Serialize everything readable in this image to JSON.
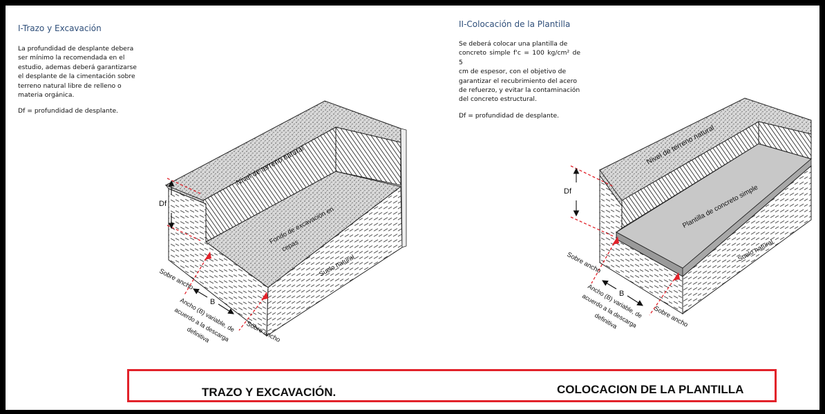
{
  "left_panel": {
    "title": "I-Trazo y Excavación",
    "lines": [
      "La profundidad de desplante debera",
      "ser mínimo la recomendada en el",
      "estudio, ademas deberá garantizarse",
      "el desplante de la cimentación sobre",
      "terreno natural libre de relleno o",
      "materia orgánica."
    ],
    "df_def": "Df = profundidad de desplante.",
    "labels": {
      "nivel": "Nivel de terreno natural",
      "fondo": "Fondo de excavación en",
      "fondo2": "cepas",
      "suelo": "Suelo natural",
      "df": "Df",
      "b": "B",
      "sobreancho_left": "Sobre ancho",
      "sobreancho_right": "Sobre ancho",
      "ancho": [
        "Ancho (B) variable, de",
        "acuerdo a la descarga",
        "definitiva"
      ]
    }
  },
  "right_panel": {
    "title": "II-Colocación de la Plantilla",
    "lines": [
      "Se deberá colocar una plantilla de",
      "concreto simple f'c = 100 kg/cm² de 5",
      "cm de espesor, con el objetivo de",
      "garantizar el recubrimiento del acero",
      "de refuerzo, y evitar la contaminación",
      "del concreto estructural."
    ],
    "df_def": "Df = profundidad de desplante.",
    "labels": {
      "nivel": "Nivel de terreno natural",
      "plantilla": "Plantilla de concreto simple",
      "suelo": "Suelo natural",
      "df": "Df",
      "b": "B",
      "sobreancho_left": "Sobre ancho",
      "sobreancho_right": "Sobre ancho",
      "ancho": [
        "Ancho (B) variable, de",
        "acuerdo a la descarga",
        "definitiva"
      ]
    }
  },
  "captions": {
    "left": "TRAZO Y EXCAVACIÓN.",
    "right": "COLOCACION DE LA PLANTILLA"
  },
  "colors": {
    "frame": "#000000",
    "caption_border": "#e2222a",
    "dim_lines": "#e2222a",
    "title": "#2f4f7a",
    "concrete": "#c8c8c8"
  }
}
